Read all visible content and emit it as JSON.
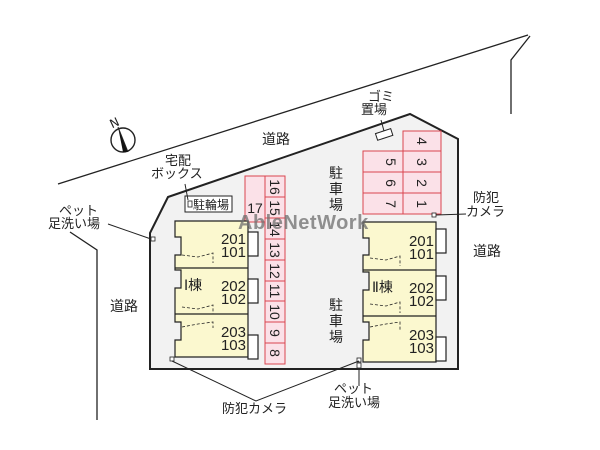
{
  "map": {
    "compass": {
      "label": "N"
    },
    "roads": {
      "north": "道路",
      "west": "道路",
      "east": "道路"
    },
    "facilities": {
      "delivery_box": "宅配\nボックス",
      "delivery_box_line1": "宅配",
      "delivery_box_line2": "ボックス",
      "bicycle_parking": "駐輪場",
      "garbage_line1": "ゴミ",
      "garbage_line2": "置場",
      "pet_wash_west_line1": "ペット",
      "pet_wash_west_line2": "足洗い場",
      "pet_wash_south_line1": "ペット",
      "pet_wash_south_line2": "足洗い場",
      "camera_east_line1": "防犯",
      "camera_east_line2": "カメラ",
      "camera_south": "防犯カメラ",
      "parking_upper": "駐車場",
      "parking_lower": "駐車場"
    },
    "buildings": [
      {
        "name": "Ⅰ棟",
        "units": [
          [
            "201",
            "101"
          ],
          [
            "202",
            "102"
          ],
          [
            "203",
            "103"
          ]
        ]
      },
      {
        "name": "Ⅱ棟",
        "units": [
          [
            "201",
            "101"
          ],
          [
            "202",
            "102"
          ],
          [
            "203",
            "103"
          ]
        ]
      }
    ],
    "parking_spaces": {
      "center_column": [
        "16",
        "15",
        "14",
        "13",
        "12",
        "11",
        "10",
        "9",
        "8"
      ],
      "center_extra": "17",
      "east_right_column": [
        "4",
        "3",
        "2",
        "1"
      ],
      "east_left_column": [
        "5",
        "6",
        "7"
      ]
    },
    "watermark": "AbleNetWork",
    "colors": {
      "building_fill": "#fbf8cf",
      "parking_fill": "#fbe1e8",
      "parking_stroke": "#d9454f",
      "lot_fill": "#f2f2f2",
      "line": "#222222"
    }
  }
}
